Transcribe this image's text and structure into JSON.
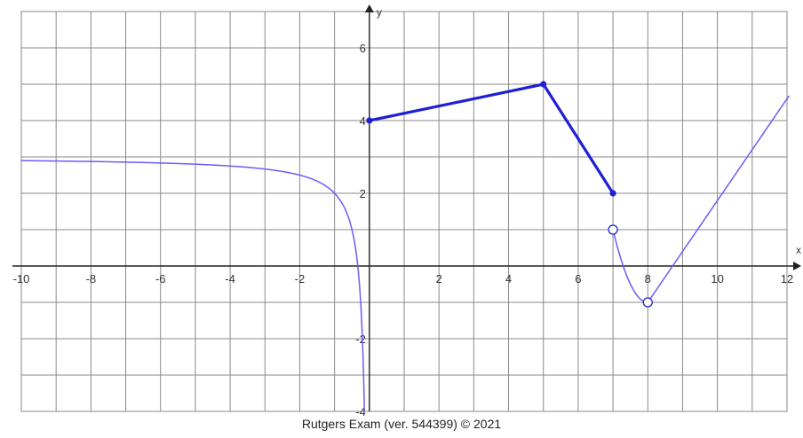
{
  "chart_data": {
    "type": "line",
    "xlabel": "x",
    "ylabel": "y",
    "xlim": [
      -10,
      12
    ],
    "ylim": [
      -4,
      7
    ],
    "grid": true,
    "x_ticks": [
      -10,
      -8,
      -6,
      -4,
      -2,
      2,
      4,
      6,
      8,
      10,
      12
    ],
    "y_ticks": [
      -4,
      -2,
      2,
      4,
      6
    ],
    "series": [
      {
        "kind": "hyperbola",
        "x_range": [
          -10,
          -0.15
        ],
        "formula": "y = 3 + 1/x",
        "color": "#6a5cf5",
        "width": "thin"
      },
      {
        "kind": "segments",
        "points": [
          [
            0,
            4
          ],
          [
            5,
            5
          ],
          [
            7,
            2
          ]
        ],
        "endpoint_markers": [
          [
            0,
            4
          ],
          [
            5,
            5
          ],
          [
            7,
            2
          ]
        ],
        "color": "#1f1fd6",
        "width": "thick"
      },
      {
        "kind": "quadratic",
        "x_range": [
          7,
          8
        ],
        "formula": "y = 2(x-8)^2 - 1",
        "color": "#6a5cf5",
        "width": "thin"
      },
      {
        "kind": "line",
        "points": [
          [
            8,
            -1
          ],
          [
            12.05,
            4.67
          ]
        ],
        "color": "#6a5cf5",
        "width": "thin"
      }
    ],
    "open_circles": [
      [
        7,
        1
      ],
      [
        8,
        -1
      ]
    ]
  },
  "caption": "Rutgers Exam (ver. 544399) © 2021"
}
